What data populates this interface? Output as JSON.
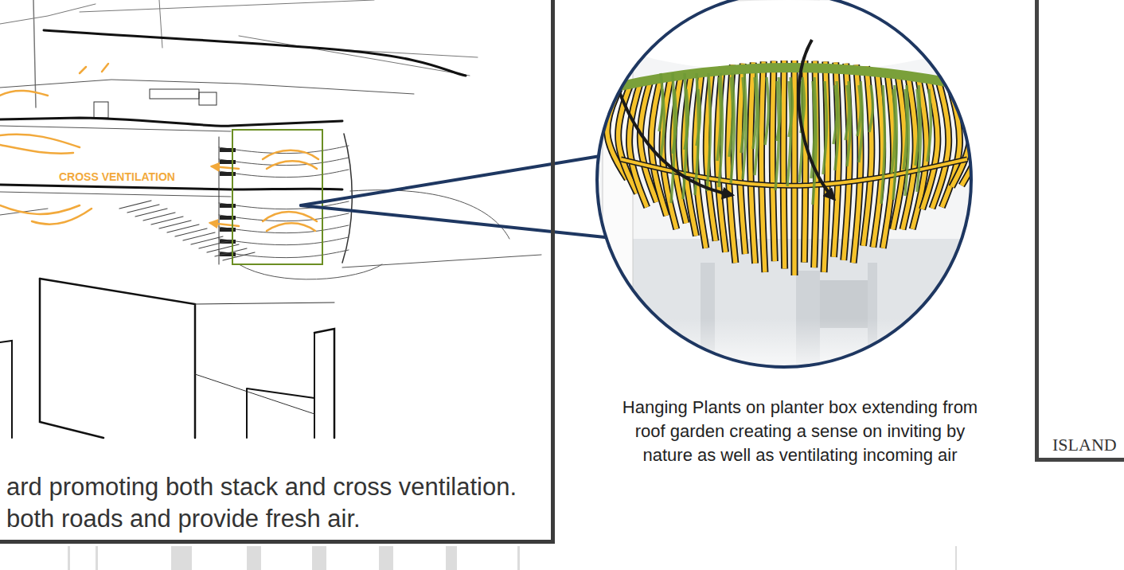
{
  "diagram": {
    "nodes": [
      {
        "text": [
          "CROSS VENTILATION",
          "ard promoting both stack and cross ventilation. both roads and provide fresh air."
        ]
      },
      {
        "text": [
          "Hanging Plants on planter box extending from roof garden creating a sense on inviting by nature as well as ventilating incoming air"
        ]
      },
      {
        "text": [
          "ISLAND"
        ]
      }
    ]
  }
}
